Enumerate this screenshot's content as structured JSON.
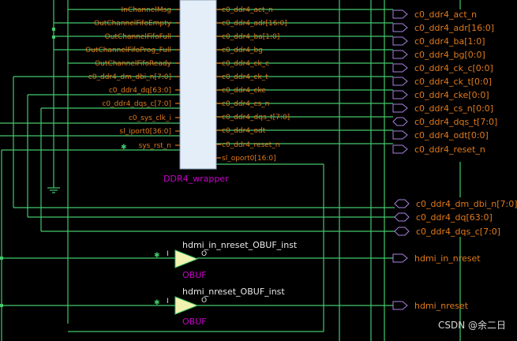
{
  "block": {
    "name": "DDR4_wrapper",
    "left_pins": [
      "InChannelMsg",
      "OutChannelFifoEmpty",
      "OutChannelFifoFull",
      "OutChannelFifoProg_Full",
      "OutChannelFifoReady",
      "c0_ddr4_dm_dbi_n[7:0]",
      "c0_ddr4_dq[63:0]",
      "c0_ddr4_dqs_c[7:0]",
      "c0_sys_clk_i",
      "sl_iport0[36:0]",
      "sys_rst_n"
    ],
    "right_pins": [
      "c0_ddr4_act_n",
      "c0_ddr4_adr[16:0]",
      "c0_ddr4_ba[1:0]",
      "c0_ddr4_bg",
      "c0_ddr4_ck_c",
      "c0_ddr4_ck_t",
      "c0_ddr4_cke",
      "c0_ddr4_cs_n",
      "c0_ddr4_dqs_t[7:0]",
      "c0_ddr4_odt",
      "c0_ddr4_reset_n",
      "sl_oport0[16:0]"
    ]
  },
  "ports": {
    "outputs": [
      "c0_ddr4_act_n",
      "c0_ddr4_adr[16:0]",
      "c0_ddr4_ba[1:0]",
      "c0_ddr4_bg[0:0]",
      "c0_ddr4_ck_c[0:0]",
      "c0_ddr4_ck_t[0:0]",
      "c0_ddr4_cke[0:0]",
      "c0_ddr4_cs_n[0:0]",
      "c0_ddr4_dqs_t[7:0]",
      "c0_ddr4_odt[0:0]",
      "c0_ddr4_reset_n"
    ],
    "inouts": [
      "c0_ddr4_dm_dbi_n[7:0]",
      "c0_ddr4_dq[63:0]",
      "c0_ddr4_dqs_c[7:0]"
    ],
    "hdmi": [
      "hdmi_in_nreset",
      "hdmi_nreset"
    ]
  },
  "buffers": [
    {
      "instance": "hdmi_in_nreset_OBUF_inst",
      "type": "OBUF",
      "in_pin": "I",
      "out_pin": "O"
    },
    {
      "instance": "hdmi_nreset_OBUF_inst",
      "type": "OBUF",
      "in_pin": "I",
      "out_pin": "O"
    }
  ],
  "watermark": "CSDN @余二日",
  "colors": {
    "background": "#000000",
    "wire": "#43c86b",
    "block_fill": "#e4eef8",
    "pin_text": "#e07a1c",
    "instance_text": "#c800c8",
    "port_outline": "#a882e0",
    "buffer_fill": "#f2f2b0"
  }
}
